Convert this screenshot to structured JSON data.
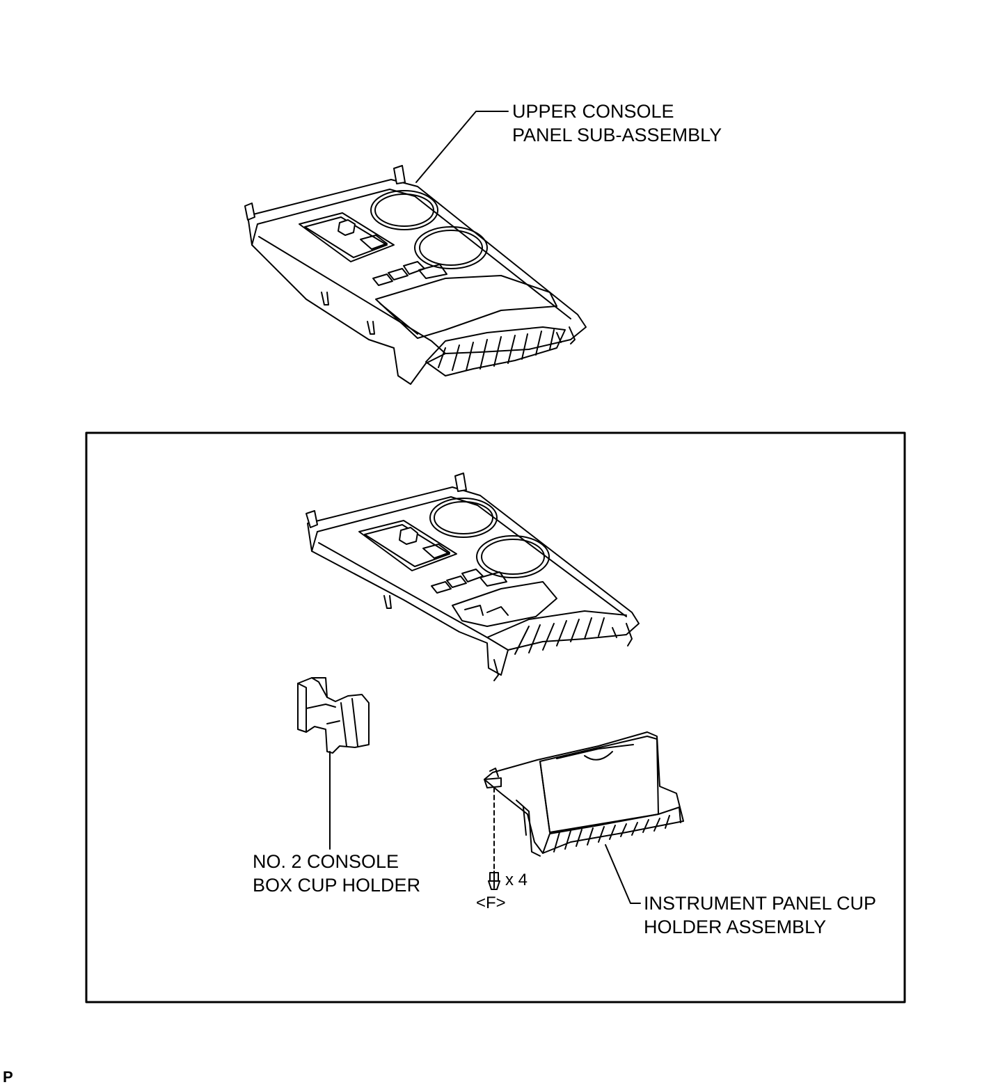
{
  "labels": {
    "upper_console": {
      "line1": "UPPER CONSOLE",
      "line2": "PANEL SUB-ASSEMBLY"
    },
    "no2_console": {
      "line1": "NO. 2 CONSOLE",
      "line2": "BOX CUP HOLDER"
    },
    "instrument_panel": {
      "line1": "INSTRUMENT PANEL CUP",
      "line2": "HOLDER ASSEMBLY"
    },
    "fastener_qty": "x 4",
    "fastener_code": "<F>"
  },
  "corner_mark": "P"
}
